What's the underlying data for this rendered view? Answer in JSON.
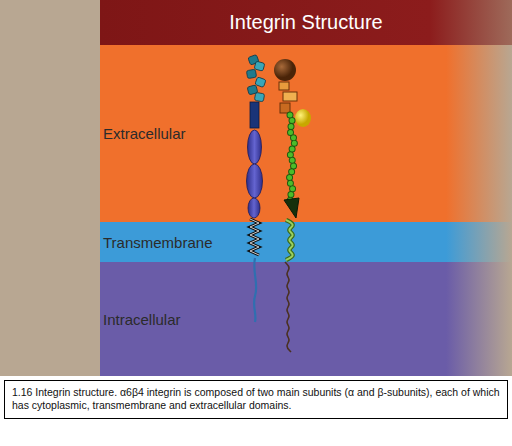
{
  "diagram": {
    "title": "Integrin Structure",
    "caption": "1.16 Integrin structure. α6β4 integrin is composed of two main subunits (α and β-subunits), each of which has cytoplasmic, transmembrane and extracellular domains.",
    "nodes": [
      {
        "text": [
          "Extracellular"
        ]
      },
      {
        "text": [
          "Transmembrane"
        ]
      },
      {
        "text": [
          "Intracellular"
        ]
      }
    ]
  }
}
